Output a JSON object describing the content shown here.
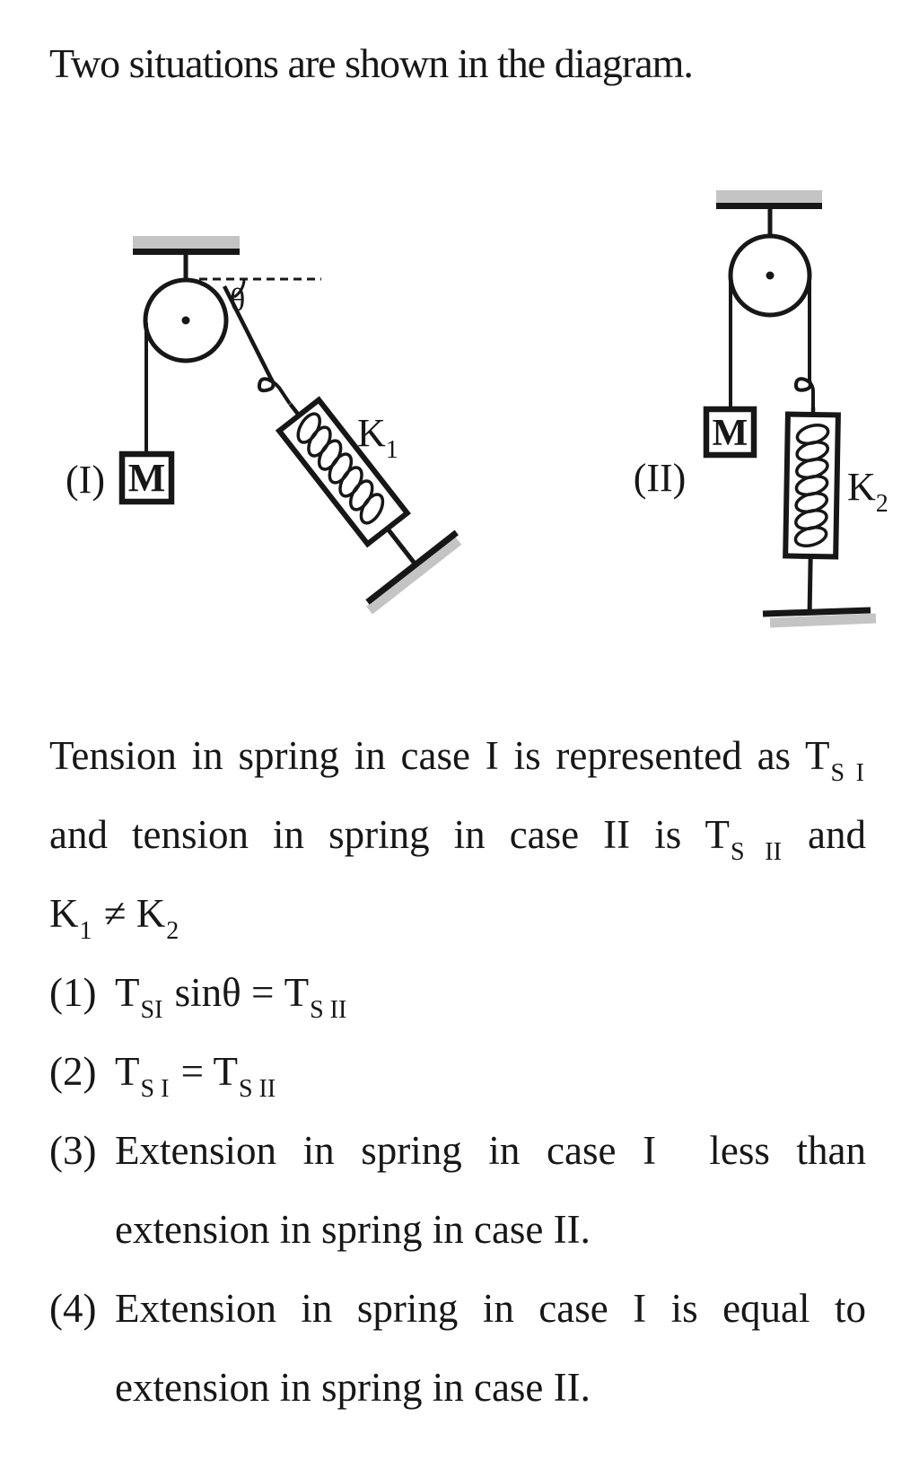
{
  "title": "Two situations are shown in the diagram.",
  "colors": {
    "ink": "#171717",
    "hatch": "#c4c4c4",
    "background": "#ffffff"
  },
  "figure": {
    "case1": {
      "label": "(I)",
      "mass_label": "M",
      "spring_base": "K",
      "spring_sub": "1",
      "angle_label": "θ"
    },
    "case2": {
      "label": "(II)",
      "mass_label": "M",
      "spring_base": "K",
      "spring_sub": "2"
    }
  },
  "paragraph": {
    "line1": {
      "pre": "Tension in spring in case I is represented as T",
      "sub": "S I"
    },
    "line2": {
      "pre": "and tension in spring in case II is T",
      "sub": "S II",
      "post": " and"
    },
    "line3": {
      "k": "K",
      "k1sub": "1",
      "mid": " ≠ K",
      "k2sub": "2"
    }
  },
  "options": [
    {
      "num": "(1)",
      "t1": "T",
      "s1": "SI",
      "t2": " sinθ = T",
      "s2": "S II"
    },
    {
      "num": "(2)",
      "t1": "T",
      "s1": "S I",
      "t2": " = T",
      "s2": "S II"
    },
    {
      "num": "(3)",
      "line1": "Extension in spring in case I  less than",
      "line2": "extension in spring in case II."
    },
    {
      "num": "(4)",
      "line1": "Extension in spring in case I is equal to",
      "line2": "extension in spring in case II."
    }
  ]
}
